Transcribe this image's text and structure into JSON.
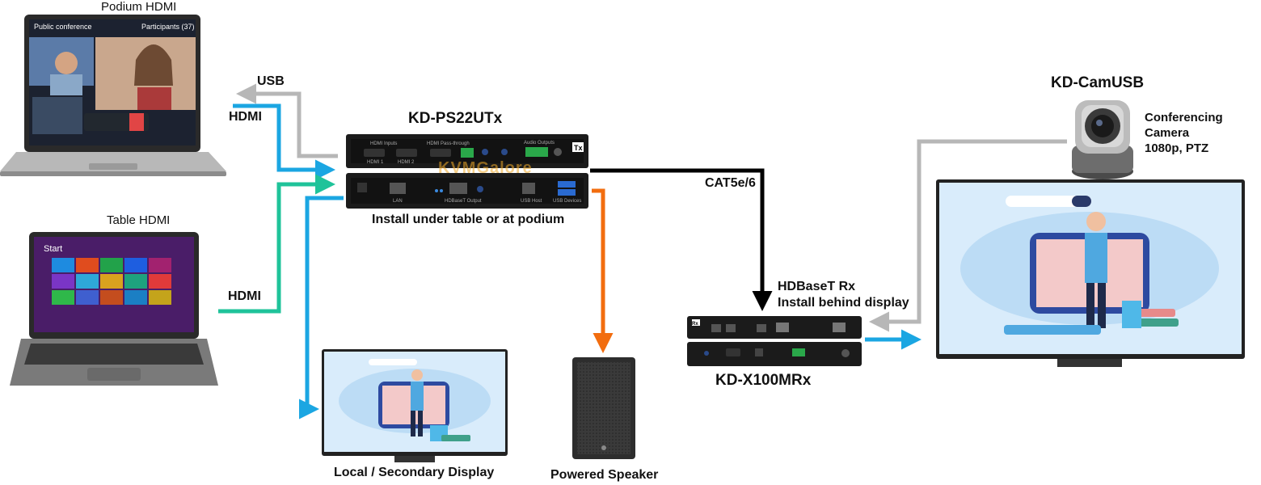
{
  "labels": {
    "podium_hdmi": "Podium HDMI",
    "table_hdmi": "Table HDMI",
    "usb": "USB",
    "hdmi_1": "HDMI",
    "hdmi_2": "HDMI",
    "transmitter": "KD-PS22UTx",
    "install_tx": "Install under table or at podium",
    "cat": "CAT5e/6",
    "rx_title": "HDBaseT Rx",
    "rx_sub": "Install behind display",
    "receiver": "KD-X100MRx",
    "camera": "KD-CamUSB",
    "camera_desc_1": "Conferencing",
    "camera_desc_2": "Camera",
    "camera_desc_3": "1080p, PTZ",
    "local_display": "Local / Secondary Display",
    "speaker": "Powered Speaker",
    "watermark": "KVMGalore"
  },
  "device_text": {
    "tx_badge": "Tx",
    "rx_badge": "Rx",
    "tx_hdmi_inputs": "HDMI Inputs",
    "tx_hdmi1": "HDMI 1",
    "tx_hdmi2": "HDMI 2",
    "tx_passthrough": "HDMI Pass-through",
    "tx_audio_outputs": "Audio Outputs",
    "tx_lan": "LAN",
    "tx_hdbaset_output": "HDBaseT Output",
    "tx_usb_host": "USB Host",
    "tx_usb_devices": "USB Devices",
    "laptop1_meeting": "Public conference",
    "laptop1_participants": "Participants (37)",
    "laptop2_start": "Start"
  },
  "colors": {
    "usb": "#b7b7b7",
    "hdmi": "#1ba6e2",
    "hdmi_table": "#1fc39a",
    "cat": "#000000",
    "audio": "#f26d0f"
  }
}
